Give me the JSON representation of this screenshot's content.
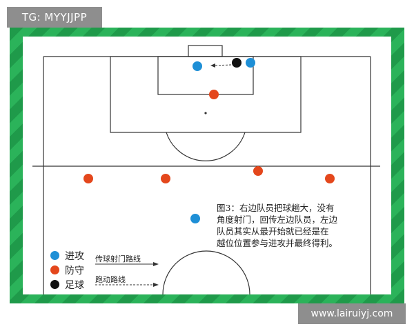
{
  "watermark_top": "TG: MYYJJPP",
  "watermark_bottom": "www.lairuiyj.com",
  "caption_lines": [
    "图3：右边队员把球趟大，没有",
    "角度射门，回传左边队员，左边",
    "队员其实从最开始就已经是在",
    "越位位置参与进攻并最终得利。"
  ],
  "legend": {
    "attack": "进攻",
    "defense": "防守",
    "ball": "足球",
    "pass_line": "传球射门路线",
    "run_line": "跑动路线"
  },
  "colors": {
    "attack": "#1e8fd6",
    "defense": "#e4471c",
    "ball": "#111111",
    "grass_dark": "#1f9a4a",
    "grass_light": "#2bb35a"
  }
}
